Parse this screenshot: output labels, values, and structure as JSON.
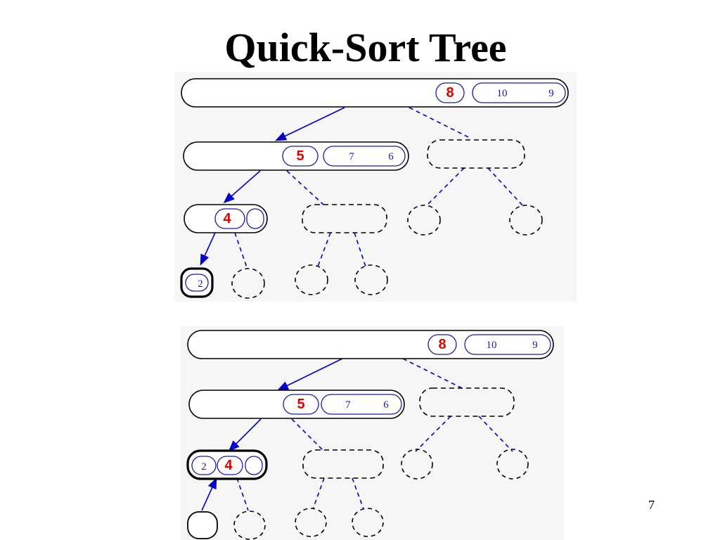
{
  "slide": {
    "title": "Quick-Sort Tree",
    "page_number": "7"
  },
  "colors": {
    "pivot": "#e00000",
    "numbers": "#1a1aa6",
    "arrow": "#0000cc",
    "border": "#000000",
    "panel": "#f6f6f6"
  },
  "panel_top": {
    "root": {
      "pivot": "8",
      "right_a": "10",
      "right_b": "9"
    },
    "level1": {
      "pivot": "5",
      "right_a": "7",
      "right_b": "6"
    },
    "level2": {
      "pivot": "4"
    },
    "level3": {
      "value": "2"
    }
  },
  "panel_bottom": {
    "root": {
      "pivot": "8",
      "right_a": "10",
      "right_b": "9"
    },
    "level1": {
      "pivot": "5",
      "right_a": "7",
      "right_b": "6"
    },
    "level2": {
      "left": "2",
      "pivot": "4"
    }
  }
}
